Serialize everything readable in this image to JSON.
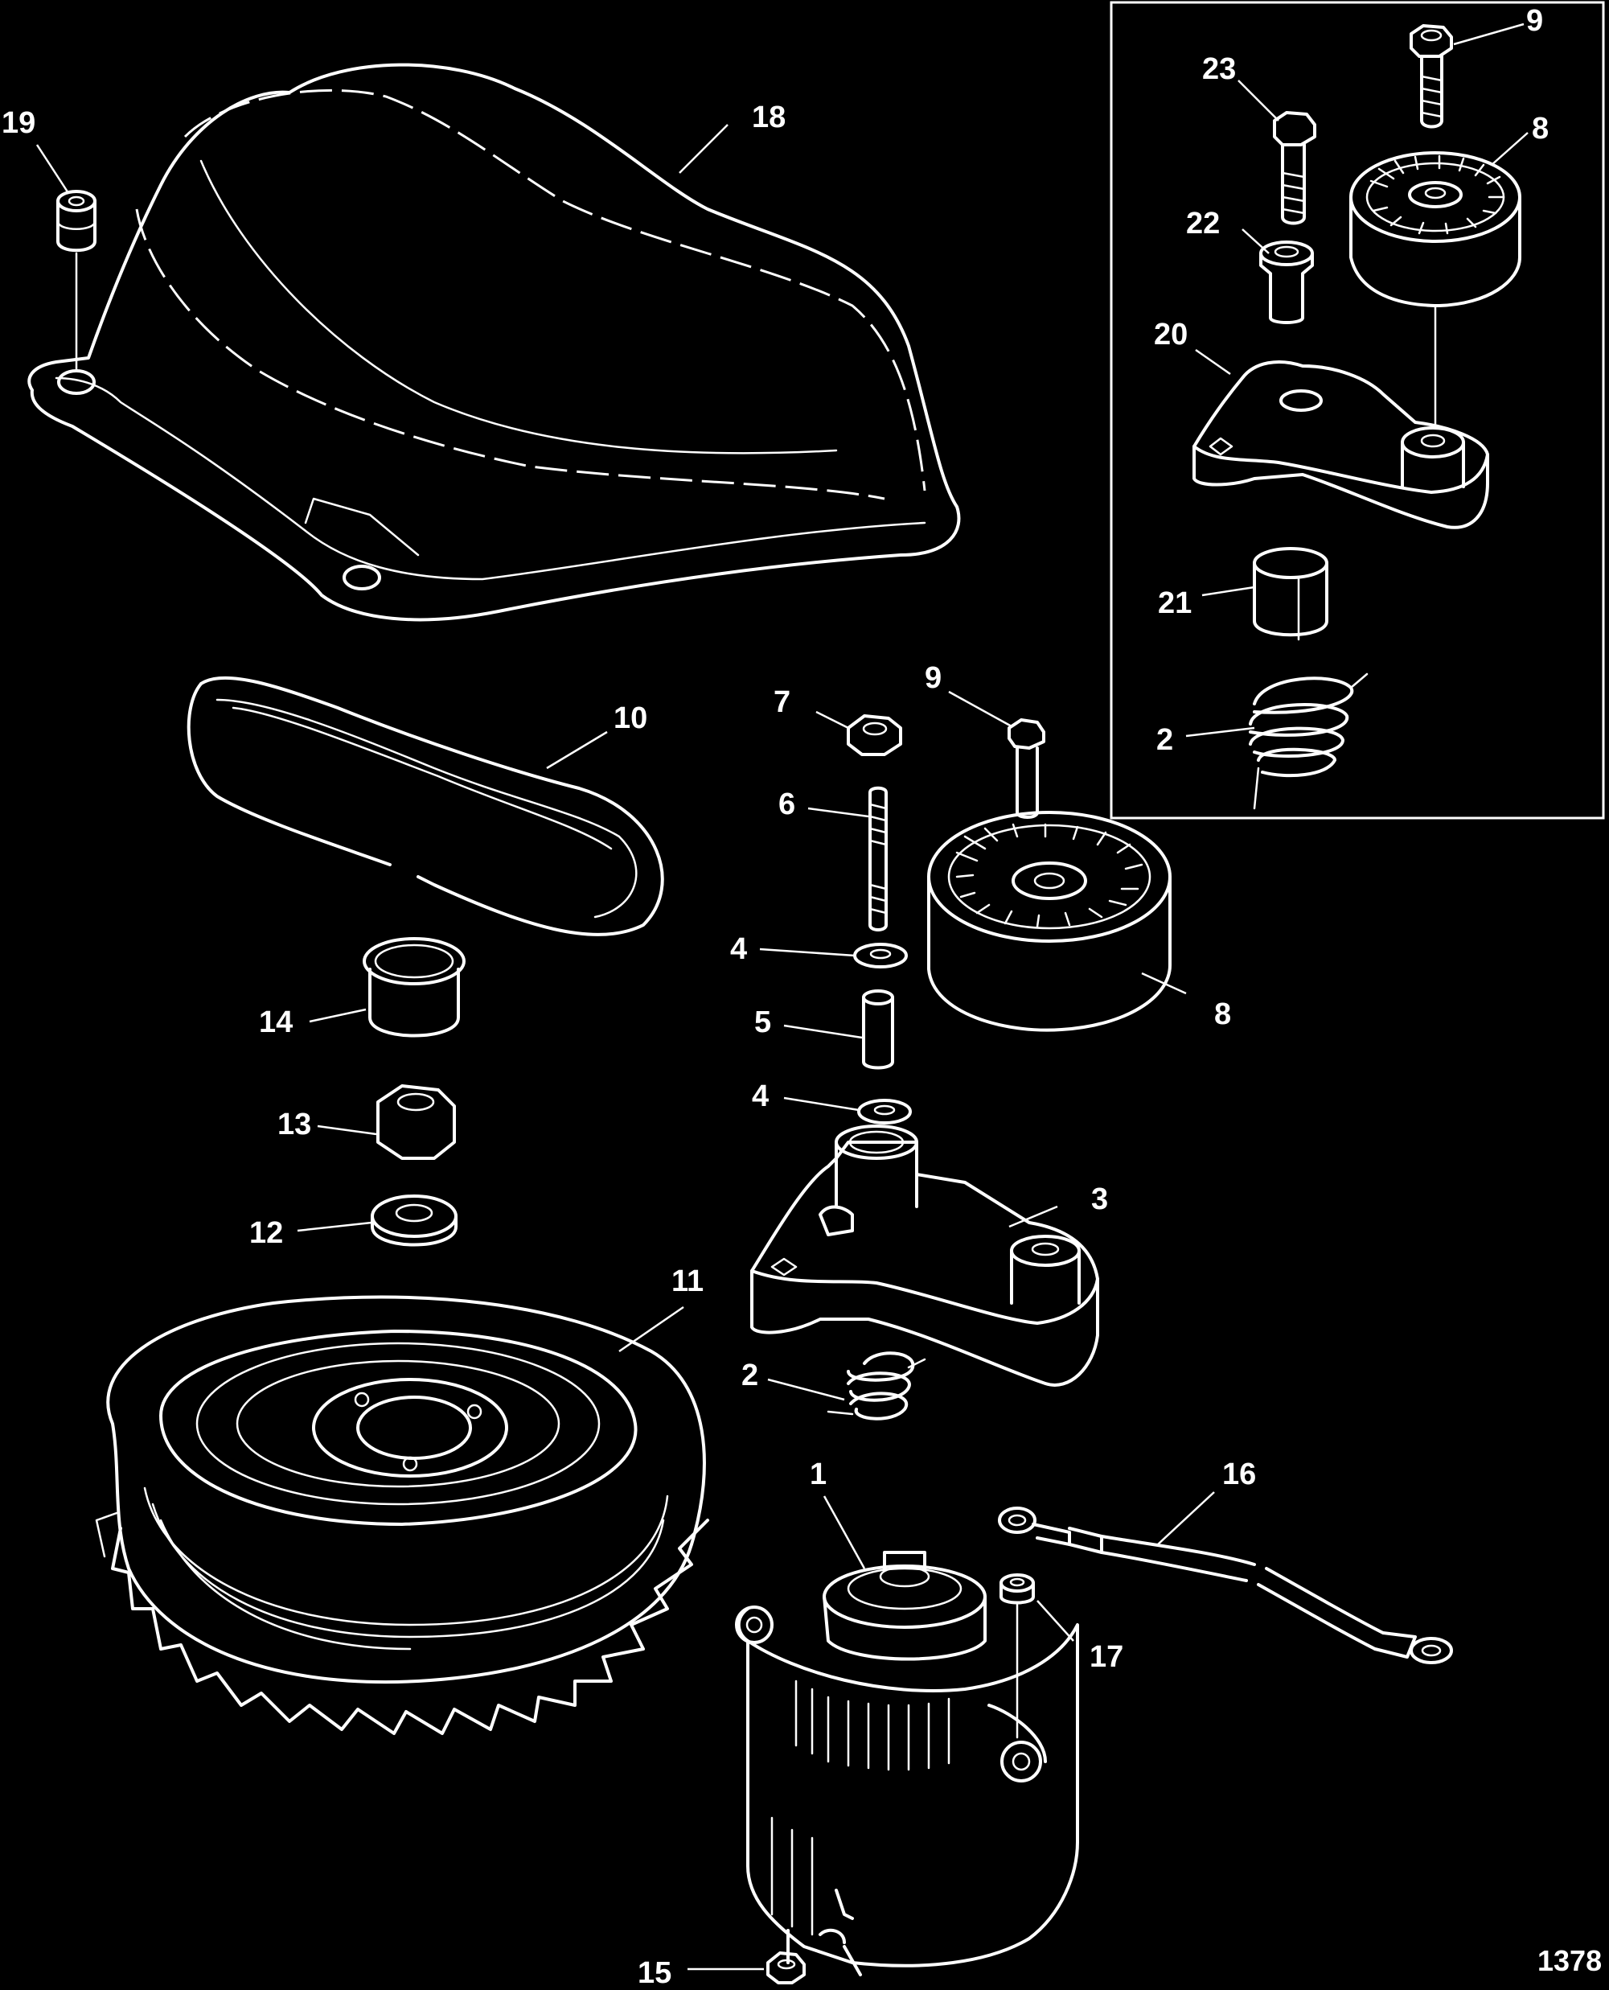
{
  "figure_number": "1378",
  "callouts": {
    "c1": "1",
    "c2a": "2",
    "c2b": "2",
    "c3": "3",
    "c4a": "4",
    "c4b": "4",
    "c5": "5",
    "c6": "6",
    "c7": "7",
    "c8a": "8",
    "c8b": "8",
    "c9a": "9",
    "c9b": "9",
    "c10": "10",
    "c11": "11",
    "c12": "12",
    "c13": "13",
    "c14": "14",
    "c15": "15",
    "c16": "16",
    "c17": "17",
    "c18": "18",
    "c19": "19",
    "c20": "20",
    "c21": "21",
    "c22": "22",
    "c23": "23"
  }
}
